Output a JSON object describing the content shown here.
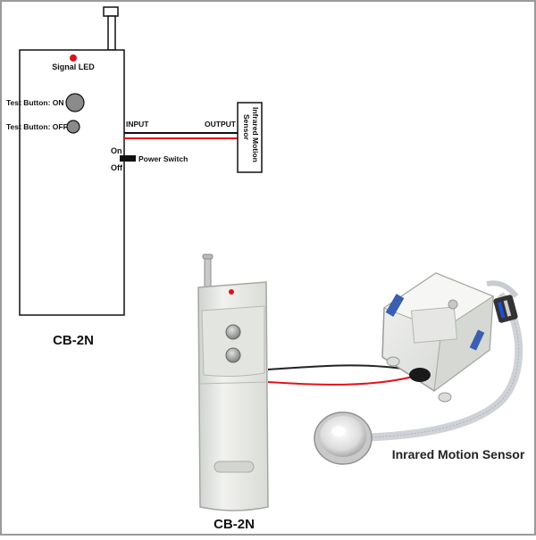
{
  "schematic": {
    "signal_led": "Signal LED",
    "test_on": "Test Button: ON",
    "test_off": "Test Button: OFF",
    "input": "INPUT",
    "output": "OUTPUT",
    "sensor_line1": "Infrared Motion",
    "sensor_line2": "Sensor",
    "switch_on": "On",
    "switch_off": "Off",
    "power_switch": "Power Switch",
    "model": "CB-2N"
  },
  "photo": {
    "sensor_label": "Inrared Motion Sensor",
    "model": "CB-2N"
  },
  "colors": {
    "frame": "#9a9a9a",
    "wire_red": "#e0141b",
    "wire_black": "#111111",
    "led_red": "#d8141c",
    "device_body": "#e9ebe8"
  }
}
